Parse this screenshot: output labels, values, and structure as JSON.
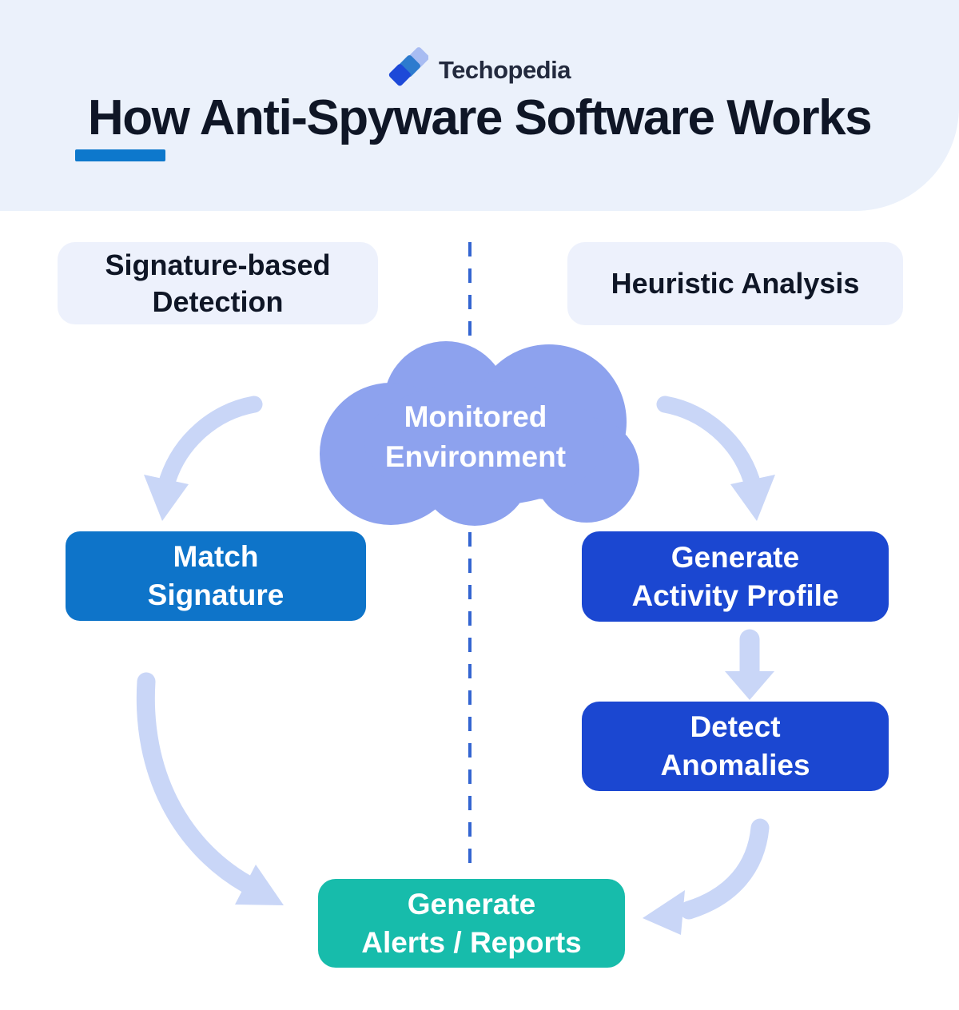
{
  "header": {
    "brand": "Techopedia",
    "title": "How Anti-Spyware Software Works"
  },
  "branches": {
    "left_label": "Signature-based Detection",
    "right_label": "Heuristic Analysis"
  },
  "nodes": {
    "cloud": {
      "line1": "Monitored",
      "line2": "Environment"
    },
    "match_signature": {
      "line1": "Match",
      "line2": "Signature"
    },
    "activity_profile": {
      "line1": "Generate",
      "line2": "Activity Profile"
    },
    "detect_anomalies": {
      "line1": "Detect",
      "line2": "Anomalies"
    },
    "alerts_reports": {
      "line1": "Generate",
      "line2": "Alerts / Reports"
    }
  },
  "colors": {
    "header_bg": "#ebf1fb",
    "label_bg": "#edf1fc",
    "text_dark": "#0f1626",
    "brand_navy": "#232a3e",
    "underline_blue": "#0d78cc",
    "match_blue": "#0e74c9",
    "profile_blue": "#1b47d1",
    "alerts_teal": "#17bcab",
    "cloud_blue": "#8da2ee",
    "arrow_light": "#c9d6f7",
    "dash_blue": "#3465d1",
    "logo_dark": "#1d49d8",
    "logo_mid": "#2d7bce",
    "logo_light": "#a8bcf2"
  }
}
